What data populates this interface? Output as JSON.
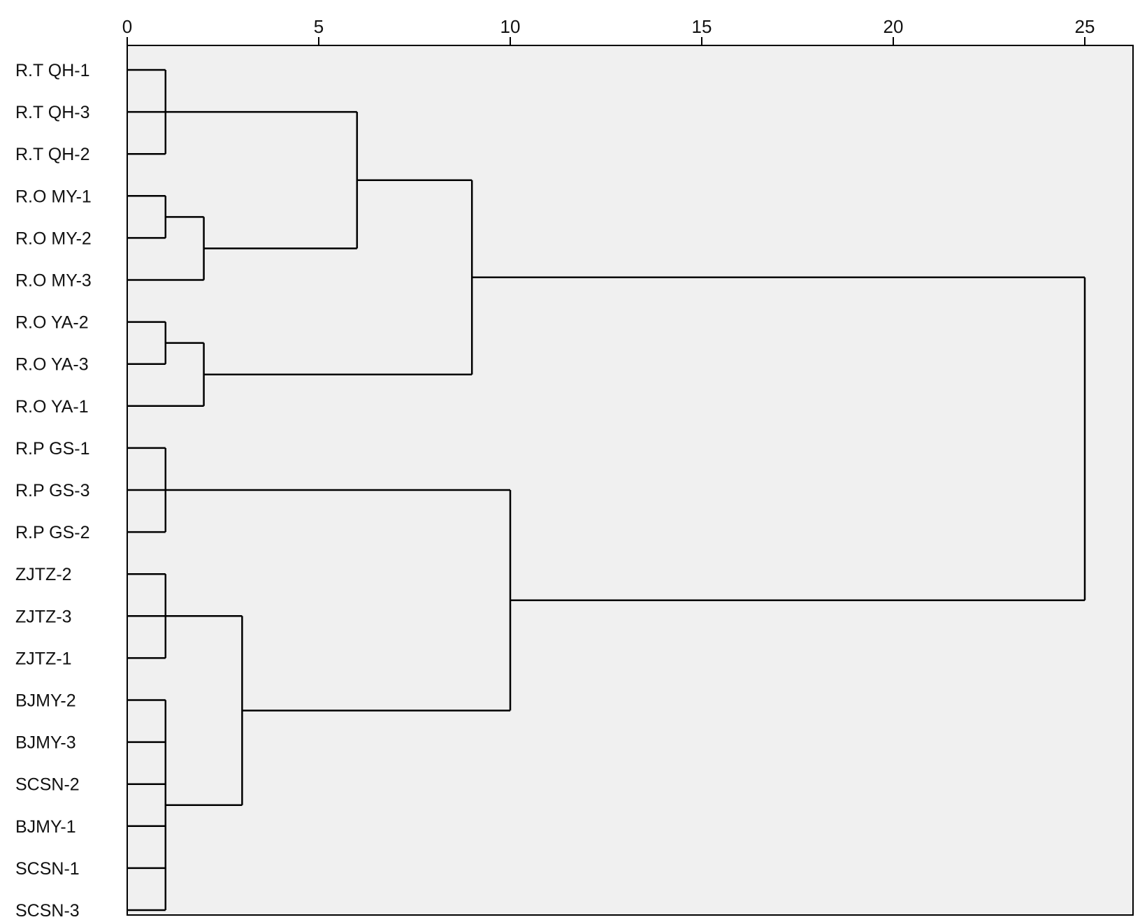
{
  "chart_data": {
    "type": "dendrogram",
    "orientation": "horizontal",
    "x_ticks": [
      0,
      5,
      10,
      15,
      20,
      25
    ],
    "xlim": [
      0,
      26.3
    ],
    "leaves": [
      "R.T QH-1",
      "R.T QH-3",
      "R.T QH-2",
      "R.O MY-1",
      "R.O MY-2",
      "R.O MY-3",
      "R.O YA-2",
      "R.O YA-3",
      "R.O YA-1",
      "R.P GS-1",
      "R.P GS-3",
      "R.P GS-2",
      "ZJTZ-2",
      "ZJTZ-3",
      "ZJTZ-1",
      "BJMY-2",
      "BJMY-3",
      "SCSN-2",
      "BJMY-1",
      "SCSN-1",
      "SCSN-3"
    ],
    "merges": [
      {
        "id": "A",
        "children": [
          "R.T QH-1",
          "R.T QH-3",
          "R.T QH-2"
        ],
        "height": 1
      },
      {
        "id": "B",
        "children": [
          "R.O MY-1",
          "R.O MY-2"
        ],
        "height": 1
      },
      {
        "id": "C",
        "children": [
          "B",
          "R.O MY-3"
        ],
        "height": 2
      },
      {
        "id": "D",
        "children": [
          "A",
          "C"
        ],
        "height": 6
      },
      {
        "id": "E",
        "children": [
          "R.O YA-2",
          "R.O YA-3"
        ],
        "height": 1
      },
      {
        "id": "F",
        "children": [
          "E",
          "R.O YA-1"
        ],
        "height": 2
      },
      {
        "id": "G",
        "children": [
          "D",
          "F"
        ],
        "height": 9
      },
      {
        "id": "H",
        "children": [
          "R.P GS-1",
          "R.P GS-3",
          "R.P GS-2"
        ],
        "height": 1
      },
      {
        "id": "I",
        "children": [
          "ZJTZ-2",
          "ZJTZ-3",
          "ZJTZ-1"
        ],
        "height": 1
      },
      {
        "id": "J",
        "children": [
          "BJMY-2",
          "BJMY-3",
          "SCSN-2",
          "BJMY-1",
          "SCSN-1",
          "SCSN-3"
        ],
        "height": 1
      },
      {
        "id": "K",
        "children": [
          "I",
          "J"
        ],
        "height": 3
      },
      {
        "id": "L",
        "children": [
          "H",
          "K"
        ],
        "height": 10
      },
      {
        "id": "M",
        "children": [
          "G",
          "L"
        ],
        "height": 25
      }
    ],
    "colors": {
      "background": "#f0f0f0",
      "lines": "#000000"
    }
  }
}
